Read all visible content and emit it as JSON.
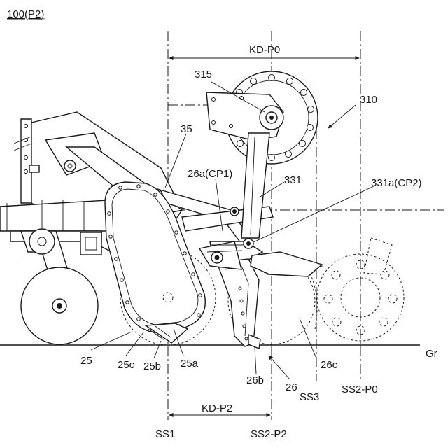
{
  "figure": {
    "id_label": "100(P2)",
    "ground_label": "Gr"
  },
  "dimensions": {
    "top": "KD-P0",
    "bottom": "KD-P2"
  },
  "reference_lines": {
    "ss1": "SS1",
    "ss2_p2": "SS2-P2",
    "ss3": "SS3",
    "ss2_p0": "SS2-P0"
  },
  "callouts": {
    "c315": "315",
    "c310": "310",
    "c35": "35",
    "c26a": "26a(CP1)",
    "c331": "331",
    "c331a": "331a(CP2)",
    "c25": "25",
    "c25c": "25c",
    "c25b": "25b",
    "c25a": "25a",
    "c26b": "26b",
    "c26": "26",
    "c26c": "26c"
  }
}
